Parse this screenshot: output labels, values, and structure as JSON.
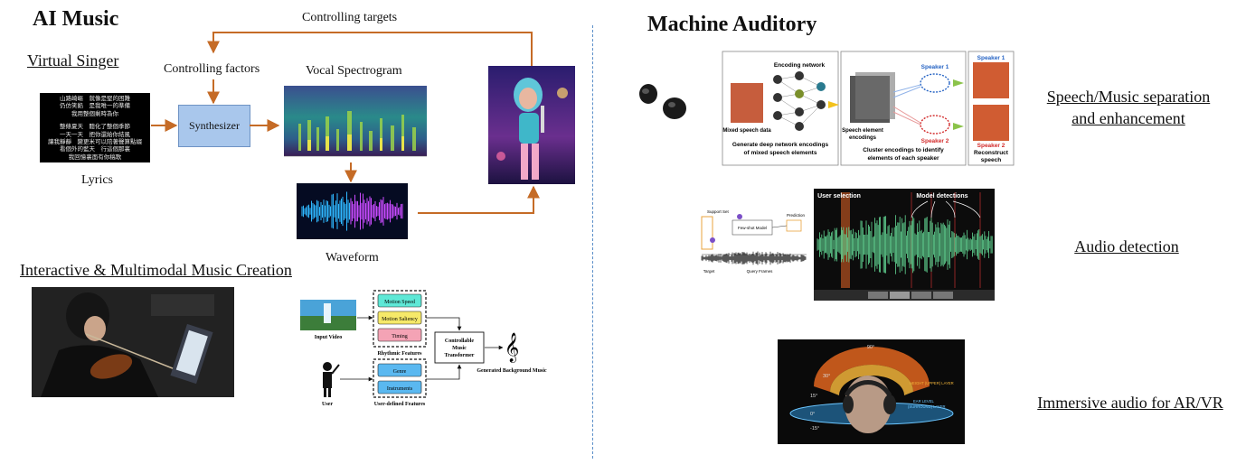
{
  "left": {
    "title": "AI Music",
    "virtual_singer": "Virtual Singer",
    "controlling_targets": "Controlling targets",
    "controlling_factors": "Controlling factors",
    "vocal_spectrogram": "Vocal Spectrogram",
    "synthesizer": "Synthesizer",
    "lyrics_label": "Lyrics",
    "lyrics_lines": [
      "山路崎嶇　就像是堅的困難",
      "仍仿笑餡　是我唯一的準備",
      "我用整個剩時為你",
      "",
      "整條夏天　聽化了整個季節",
      "一天一天　把你還給你結風",
      "讓我靜靜　變更米可以陪著聲算點綴",
      "看個外的藍天　行這個那裏",
      "我回憶裏面有你稿歌"
    ],
    "waveform": "Waveform",
    "interactive": "Interactive & Multimodal Music Creation",
    "pipeline": {
      "input_video": "Input Video",
      "motion_speed": "Motion Speed",
      "motion_saliency": "Motion Saliency",
      "timing": "Timing",
      "rhythmic_features": "Rhythmic Features",
      "genre": "Genre",
      "instruments": "Instruments",
      "user": "User",
      "user_defined_features": "User-defined Features",
      "transformer": [
        "Controllable",
        "Music",
        "Transformer"
      ],
      "generated": "Generated Background Music"
    }
  },
  "right": {
    "title": "Machine Auditory",
    "sep_label_1": "Speech/Music separation",
    "sep_label_2": "and enhancement",
    "detect_label": "Audio detection",
    "immersive_label": "Immersive audio for AR/VR",
    "sep_fig": {
      "encoding_network": "Encoding network",
      "mixed_speech_data": "Mixed speech data",
      "speech_element_encodings": [
        "Speech element",
        "encodings"
      ],
      "speaker1": "Speaker 1",
      "speaker2": "Speaker 2",
      "caption1": [
        "Generate deep network encodings",
        "of mixed speech elements"
      ],
      "caption2": [
        "Cluster encodings to identify",
        "elements of each speaker"
      ],
      "caption3": [
        "Reconstruct",
        "speech"
      ]
    },
    "det_fig": {
      "user_selection": "User selection",
      "model_detections": "Model detections",
      "support_set": "Support Set",
      "few_shot_model": "Few-shot Model",
      "prediction": "Prediction",
      "target": "Target",
      "query_frames": "Query Frames"
    },
    "vr_fig": {
      "deg_90": "90°",
      "deg_30": "30°",
      "deg_15": "15°",
      "deg_0": "0°",
      "deg_m15": "-15°",
      "height_layer": "HEIGHT (UPPER) LAYER",
      "ear_level": [
        "EAR LEVEL",
        "(SURROUND) LAYER"
      ]
    }
  },
  "colors": {
    "arrow": "#c56b26",
    "divider": "#5b8fc9",
    "synth": "#a9c7ec"
  }
}
